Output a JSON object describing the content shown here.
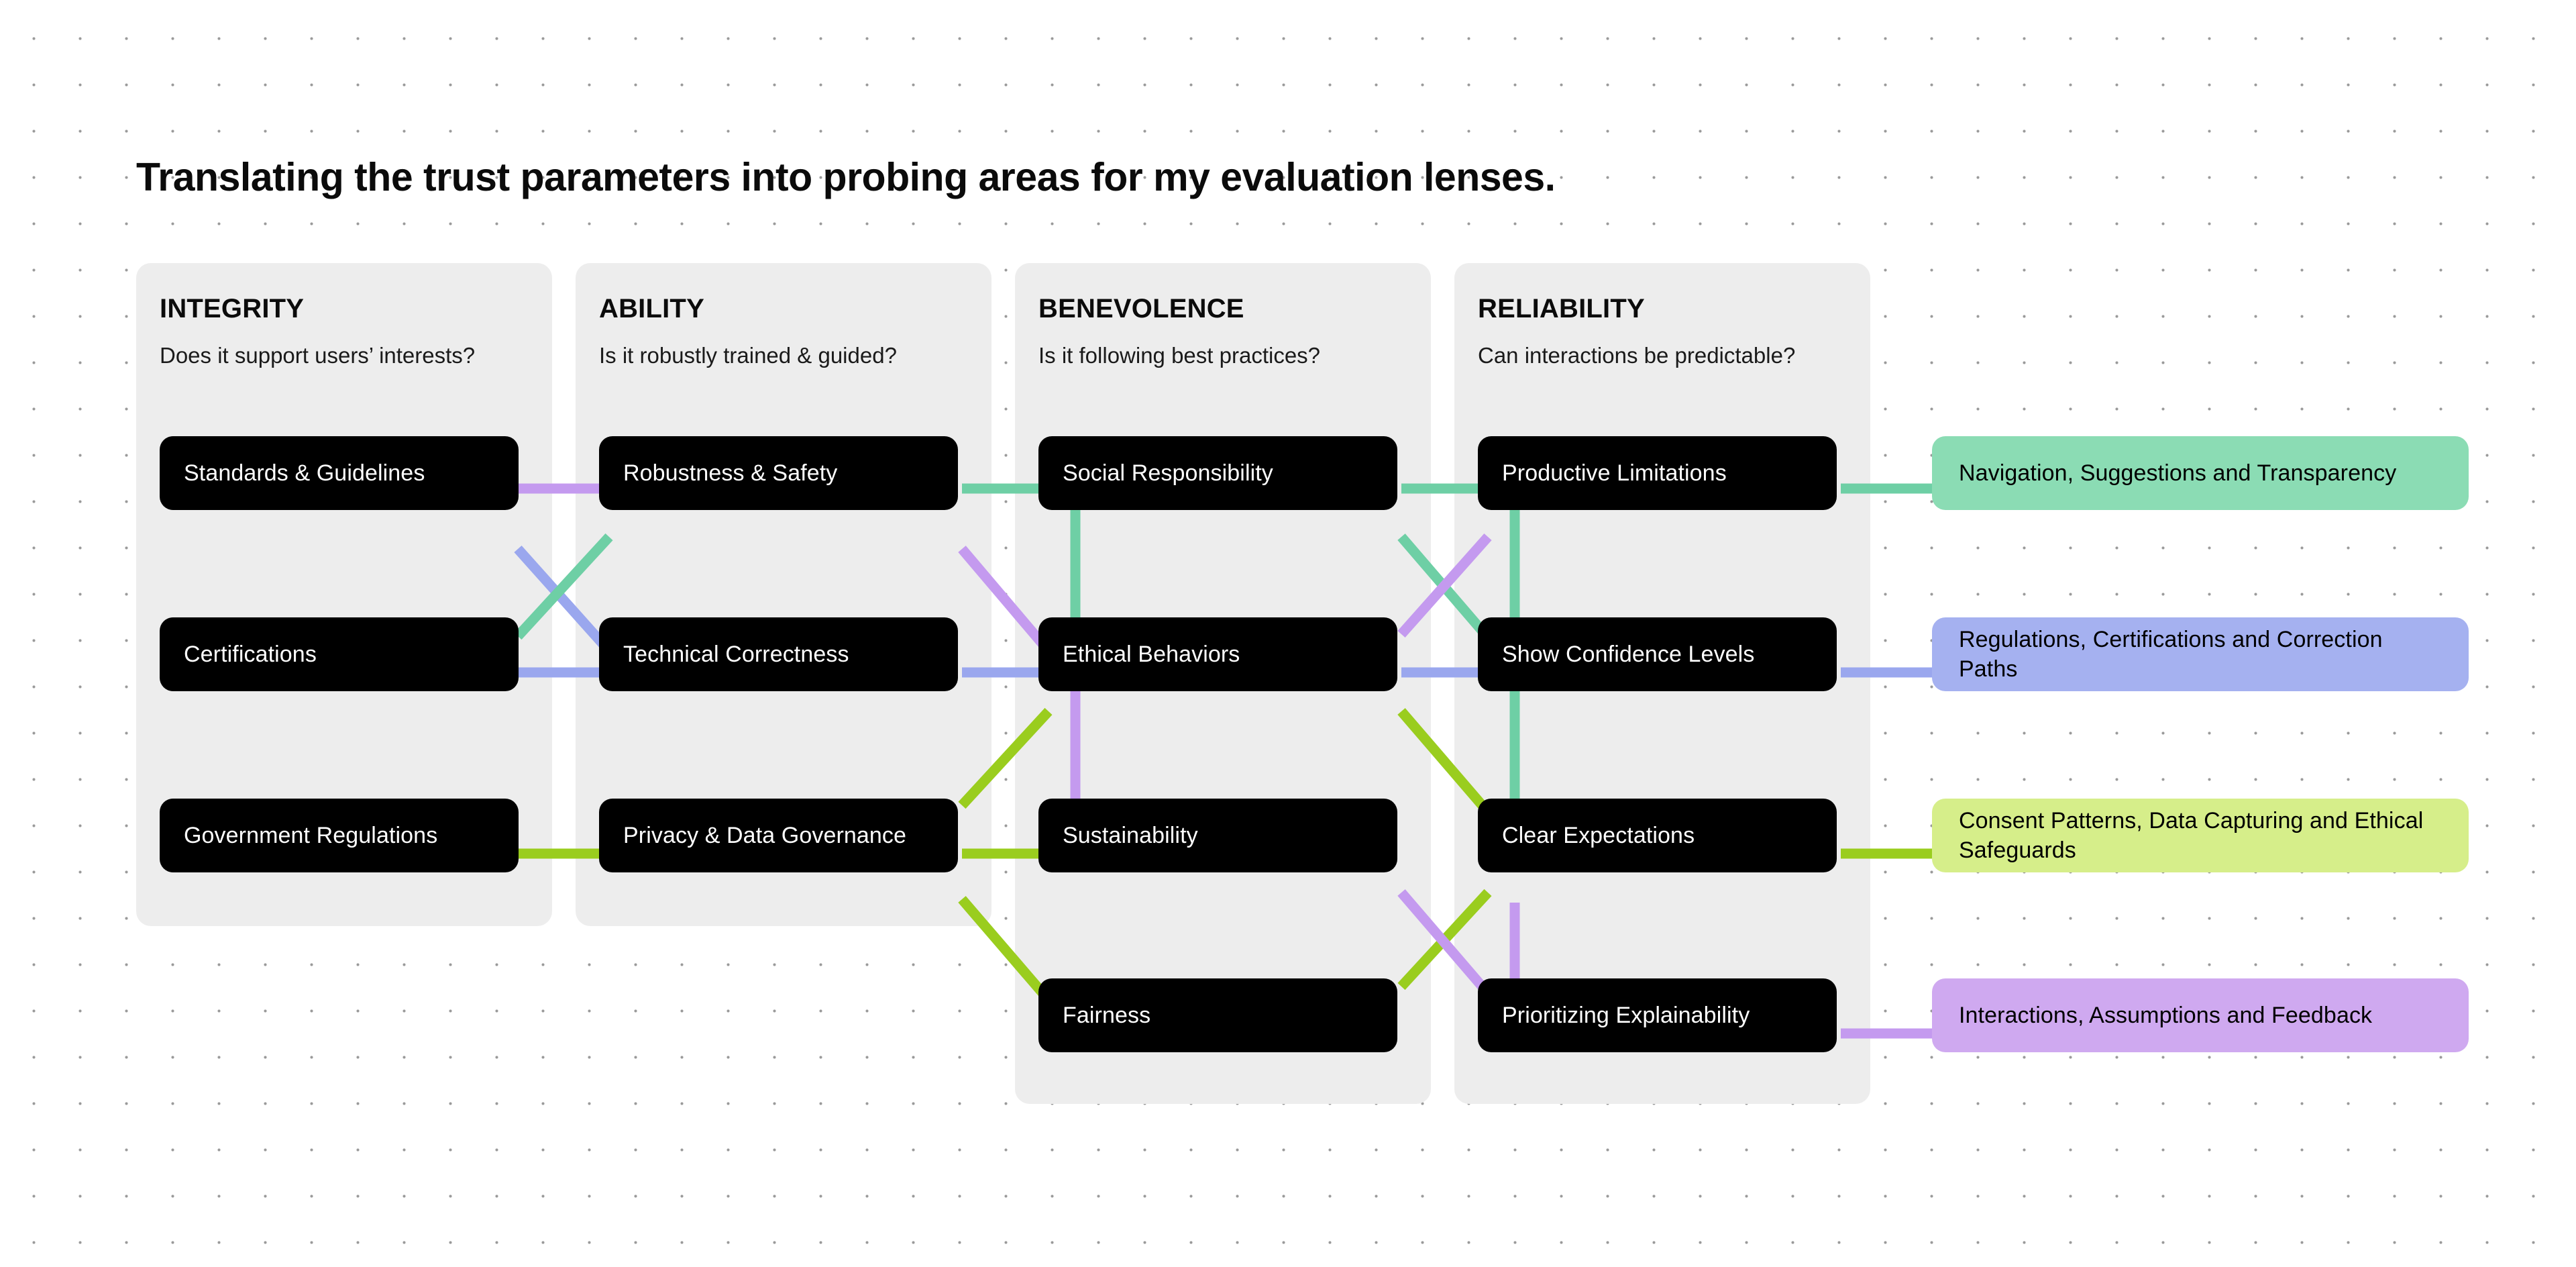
{
  "page": {
    "title": "Translating the trust parameters into probing areas for my evaluation lenses."
  },
  "colors": {
    "green": "#6ecfa5",
    "blue": "#9aa7ee",
    "lime": "#9acd1e",
    "purple": "#c49aef",
    "chip_green": "#8bdcb4",
    "chip_blue": "#a5b1f0",
    "chip_lime": "#d6ee8a",
    "chip_purple": "#cfa9f0",
    "panel_bg": "#ededed",
    "node_bg": "#000000",
    "text_dark": "#0b0b0b"
  },
  "columns": [
    {
      "id": "integrity",
      "title": "INTEGRITY",
      "question": "Does it support users’ interests?",
      "nodes": [
        {
          "id": "standards-guidelines",
          "label": "Standards & Guidelines"
        },
        {
          "id": "certifications",
          "label": "Certifications"
        },
        {
          "id": "government-regulations",
          "label": "Government Regulations"
        }
      ]
    },
    {
      "id": "ability",
      "title": "ABILITY",
      "question": "Is it robustly trained & guided?",
      "nodes": [
        {
          "id": "robustness-safety",
          "label": "Robustness & Safety"
        },
        {
          "id": "technical-correctness",
          "label": "Technical Correctness"
        },
        {
          "id": "privacy-data-governance",
          "label": "Privacy & Data Governance"
        }
      ]
    },
    {
      "id": "benevolence",
      "title": "BENEVOLENCE",
      "question": "Is it following best practices?",
      "nodes": [
        {
          "id": "social-responsibility",
          "label": "Social Responsibility"
        },
        {
          "id": "ethical-behaviors",
          "label": "Ethical Behaviors"
        },
        {
          "id": "sustainability",
          "label": "Sustainability"
        },
        {
          "id": "fairness",
          "label": "Fairness"
        }
      ]
    },
    {
      "id": "reliability",
      "title": "RELIABILITY",
      "question": "Can interactions be predictable?",
      "nodes": [
        {
          "id": "productive-limitations",
          "label": "Productive Limitations"
        },
        {
          "id": "show-confidence-levels",
          "label": "Show Confidence Levels"
        },
        {
          "id": "clear-expectations",
          "label": "Clear Expectations"
        },
        {
          "id": "prioritizing-explainability",
          "label": "Prioritizing Explainability"
        }
      ]
    }
  ],
  "legend": [
    {
      "id": "navigation",
      "label": "Navigation, Suggestions and Transparency",
      "color": "#8bdcb4"
    },
    {
      "id": "regulations",
      "label": "Regulations, Certifications and Correction Paths",
      "color": "#a5b1f0"
    },
    {
      "id": "consent",
      "label": "Consent Patterns, Data Capturing and Ethical Safeguards",
      "color": "#d6ee8a"
    },
    {
      "id": "interactions",
      "label": "Interactions, Assumptions and Feedback",
      "color": "#cfa9f0"
    }
  ],
  "connections": [
    {
      "from": "standards-guidelines",
      "to": "robustness-safety",
      "color": "#c49aef"
    },
    {
      "from": "standards-guidelines",
      "to": "technical-correctness",
      "color": "#9aa7ee"
    },
    {
      "from": "certifications",
      "to": "robustness-safety",
      "color": "#6ecfa5"
    },
    {
      "from": "certifications",
      "to": "technical-correctness",
      "color": "#9aa7ee"
    },
    {
      "from": "government-regulations",
      "to": "privacy-data-governance",
      "color": "#9acd1e"
    },
    {
      "from": "robustness-safety",
      "to": "social-responsibility",
      "color": "#6ecfa5"
    },
    {
      "from": "robustness-safety",
      "to": "ethical-behaviors",
      "color": "#c49aef"
    },
    {
      "from": "technical-correctness",
      "to": "ethical-behaviors",
      "color": "#9aa7ee"
    },
    {
      "from": "privacy-data-governance",
      "to": "ethical-behaviors",
      "color": "#9acd1e"
    },
    {
      "from": "privacy-data-governance",
      "to": "sustainability",
      "color": "#9acd1e"
    },
    {
      "from": "privacy-data-governance",
      "to": "fairness",
      "color": "#9acd1e"
    },
    {
      "from": "social-responsibility",
      "to": "ethical-behaviors",
      "color": "#6ecfa5"
    },
    {
      "from": "ethical-behaviors",
      "to": "sustainability",
      "color": "#c49aef"
    },
    {
      "from": "social-responsibility",
      "to": "productive-limitations",
      "color": "#6ecfa5"
    },
    {
      "from": "social-responsibility",
      "to": "show-confidence-levels",
      "color": "#6ecfa5"
    },
    {
      "from": "ethical-behaviors",
      "to": "productive-limitations",
      "color": "#c49aef"
    },
    {
      "from": "ethical-behaviors",
      "to": "show-confidence-levels",
      "color": "#9aa7ee"
    },
    {
      "from": "ethical-behaviors",
      "to": "clear-expectations",
      "color": "#9acd1e"
    },
    {
      "from": "sustainability",
      "to": "prioritizing-explainability",
      "color": "#c49aef"
    },
    {
      "from": "fairness",
      "to": "clear-expectations",
      "color": "#9acd1e"
    },
    {
      "from": "productive-limitations",
      "to": "clear-expectations",
      "color": "#6ecfa5"
    },
    {
      "from": "clear-expectations",
      "to": "prioritizing-explainability",
      "color": "#c49aef"
    },
    {
      "from": "productive-limitations",
      "to": "navigation",
      "color": "#6ecfa5"
    },
    {
      "from": "show-confidence-levels",
      "to": "regulations",
      "color": "#9aa7ee"
    },
    {
      "from": "clear-expectations",
      "to": "consent",
      "color": "#9acd1e"
    },
    {
      "from": "prioritizing-explainability",
      "to": "interactions",
      "color": "#c49aef"
    }
  ]
}
